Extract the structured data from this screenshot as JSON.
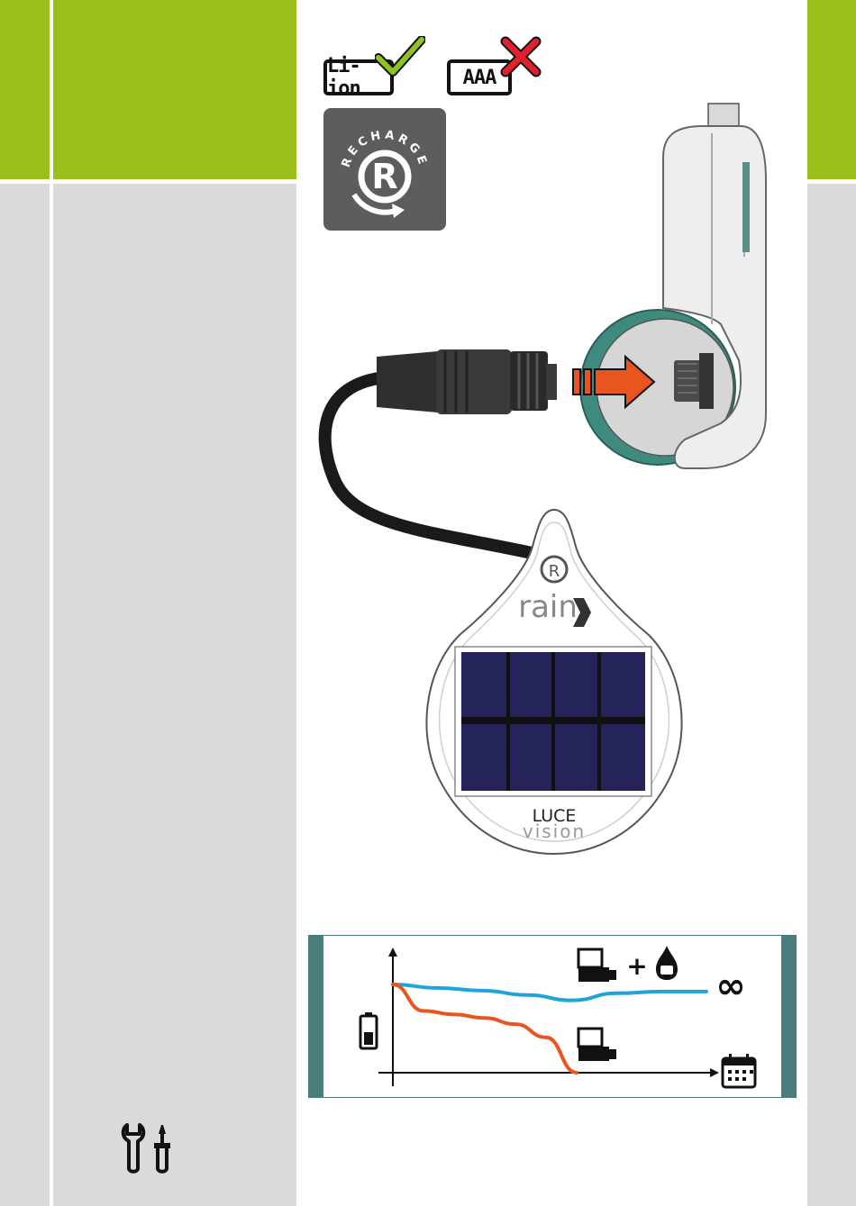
{
  "badges": {
    "liion": "Li-ion",
    "aaa": "AAA"
  },
  "recharge": {
    "label": "RECHARGE",
    "letter": "R"
  },
  "device": {
    "brand": "rain",
    "model_line1": "LUCE",
    "model_line2": "vision"
  },
  "chart": {
    "infinity": "∞",
    "plus": "+"
  },
  "colors": {
    "green": "#9bbf1a",
    "gray_panel": "#dadada",
    "orange": "#e9541f",
    "blue": "#1fa3dc",
    "teal": "#4a7d7b",
    "solar": "#24235a"
  },
  "icons": [
    "check-icon",
    "cross-icon",
    "recharge-icon",
    "battery-icon",
    "calendar-icon",
    "controller-icon",
    "water-drop-icon",
    "tools-icon",
    "arrow-icon"
  ],
  "chart_data": {
    "type": "line",
    "title": "",
    "xlabel": "",
    "ylabel": "",
    "series": [
      {
        "values": [
          100,
          96,
          93,
          88,
          82,
          90,
          92,
          92
        ]
      },
      {
        "values": [
          100,
          70,
          66,
          62,
          55,
          40,
          0
        ]
      }
    ]
  }
}
